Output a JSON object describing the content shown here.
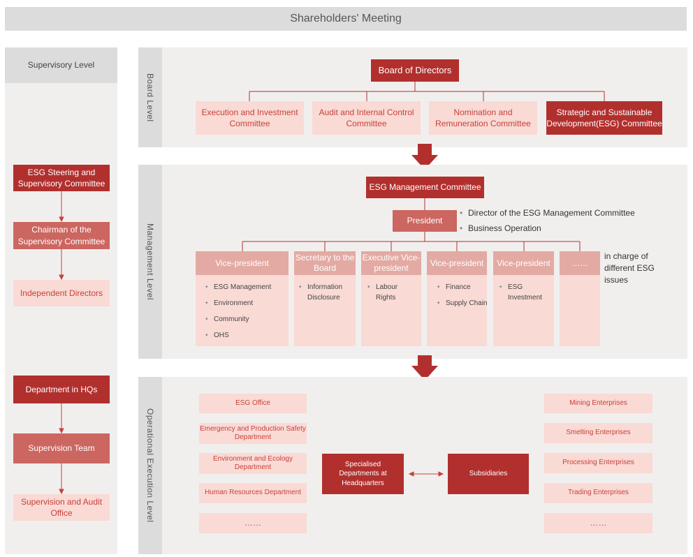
{
  "title": "Shareholders' Meeting",
  "supervisory": {
    "header": "Supervisory Level",
    "top": [
      "ESG Steering and Supervisory Committee",
      "Chairman of the Supervisory Committee",
      "Independent Directors"
    ],
    "bottom": [
      "Department in HQs",
      "Supervision Team",
      "Supervision and Audit Office"
    ]
  },
  "board": {
    "label": "Board Level",
    "head": "Board of Directors",
    "committees": [
      "Execution and Investment Committee",
      "Audit and Internal Control Committee",
      "Nomination and Remuneration Committee",
      "Strategic and Sustainable Development(ESG) Committee"
    ]
  },
  "management": {
    "label": "Management Level",
    "head": "ESG Management Committee",
    "president": "President",
    "president_notes": [
      "Director of the ESG Management Committee",
      "Business Operation"
    ],
    "columns": [
      {
        "title": "Vice-president",
        "items": [
          "ESG Management",
          "Environment",
          "Community",
          "OHS"
        ]
      },
      {
        "title": "Secretary to the Board",
        "items": [
          "Information Disclosure"
        ]
      },
      {
        "title": "Executive Vice-president",
        "items": [
          "Labour Rights"
        ]
      },
      {
        "title": "Vice-president",
        "items": [
          "Finance",
          "Supply Chain"
        ]
      },
      {
        "title": "Vice-president",
        "items": [
          "ESG Investment"
        ]
      },
      {
        "title": "……",
        "items": []
      }
    ],
    "side_note": "in charge of different ESG issues"
  },
  "operational": {
    "label": "Operational Execution Level",
    "left": [
      "ESG Office",
      "Emergency and Production Safety Department",
      "Environment and Ecology Department",
      "Human Resources Department",
      "……"
    ],
    "center_left": "Specialised Departments at Headquarters",
    "center_right": "Subsidiaries",
    "right": [
      "Mining Enterprises",
      "Smelting Enterprises",
      "Processing Enterprises",
      "Trading Enterprises",
      "……"
    ]
  },
  "colors": {
    "dark": "#b1302e",
    "mid": "#cc6660",
    "light": "#f9dad5",
    "panel": "#f1efee",
    "grey": "#dcdcdc"
  }
}
